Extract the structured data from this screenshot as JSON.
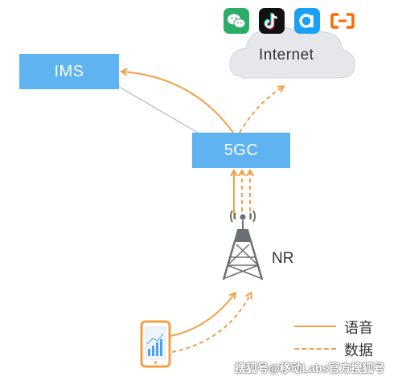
{
  "diagram": {
    "nodes": {
      "ims": "IMS",
      "core": "5GC",
      "internet": "Internet",
      "nr": "NR"
    },
    "app_icons": [
      {
        "name": "wechat-icon",
        "color": "#2aae67"
      },
      {
        "name": "tiktok-icon",
        "color": "#111111"
      },
      {
        "name": "a-app-icon",
        "color": "#1aa1f4"
      },
      {
        "name": "alibaba-cloud-icon",
        "color": "#ff6a00"
      }
    ],
    "legend": {
      "voice": "语音",
      "data": "数据"
    },
    "colors": {
      "box": "#5eb3f0",
      "arrow": "#f2a045",
      "cloud": "#e4e6ea"
    }
  },
  "watermark": "搜狐号@移动Labs官方搜狐号"
}
